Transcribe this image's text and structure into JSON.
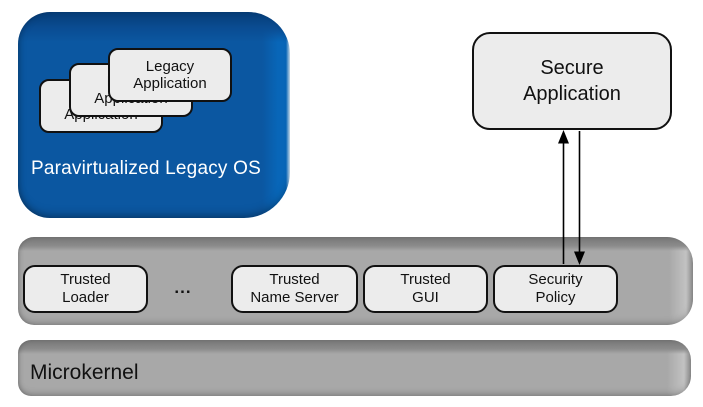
{
  "legacy_os": {
    "label": "Paravirtualized Legacy OS",
    "apps": [
      {
        "label": "Legacy\nApplication"
      },
      {
        "label": "Legacy\nApplication"
      },
      {
        "label": "Legacy\nApplication"
      }
    ]
  },
  "secure_app": {
    "label": "Secure\nApplication"
  },
  "trusted_layer": {
    "ellipsis": "...",
    "items": [
      {
        "label": "Trusted\nLoader"
      },
      {
        "label": "Trusted\nName Server"
      },
      {
        "label": "Trusted\nGUI"
      },
      {
        "label": "Security\nPolicy"
      }
    ]
  },
  "microkernel": {
    "label": "Microkernel"
  },
  "colors": {
    "legacy_os_face": "#0B57A1",
    "legacy_os_bevel_dark": "#063C77",
    "legacy_os_bevel_light": "#0866B8",
    "bar_face": "#A8A8A8",
    "bar_bevel_dark": "#767676",
    "card_fill": "#ECECEC",
    "card_border": "#111111",
    "label_on_blue": "#FFFFFF",
    "label_dark": "#111111",
    "arrow": "#000000",
    "background": "#FFFFFF"
  }
}
